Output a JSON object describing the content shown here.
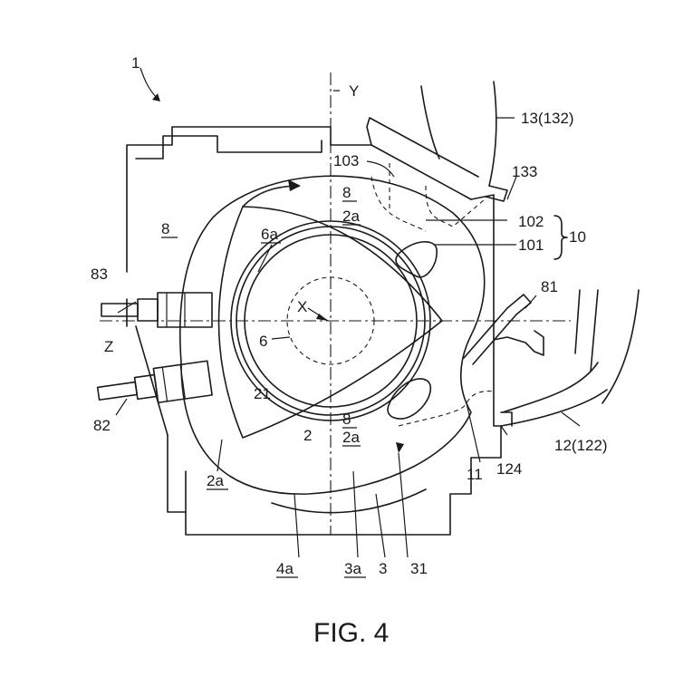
{
  "figure": {
    "caption": "FIG. 4",
    "reference_labels": {
      "engine": "1",
      "axis_y": "Y",
      "axis_x": "X",
      "axis_z": "Z",
      "pipe_13": "13(132)",
      "part_133": "133",
      "part_103": "103",
      "part_102": "102",
      "part_101": "101",
      "group_10": "10",
      "chamber_8_top": "8",
      "chamber_8_left": "8",
      "chamber_8_bottom": "8",
      "apex_2a_top": "2a",
      "apex_2a_mid": "2a",
      "apex_2a_left": "2a",
      "gear_6a": "6a",
      "shaft_6": "6",
      "gear_21": "21",
      "rotor_2": "2",
      "plug_83": "83",
      "plug_82": "82",
      "sensor_81": "81",
      "pipe_12": "12(122)",
      "part_124": "124",
      "part_11": "11",
      "part_4a": "4a",
      "part_3a": "3a",
      "housing_3": "3",
      "part_31": "31"
    }
  }
}
